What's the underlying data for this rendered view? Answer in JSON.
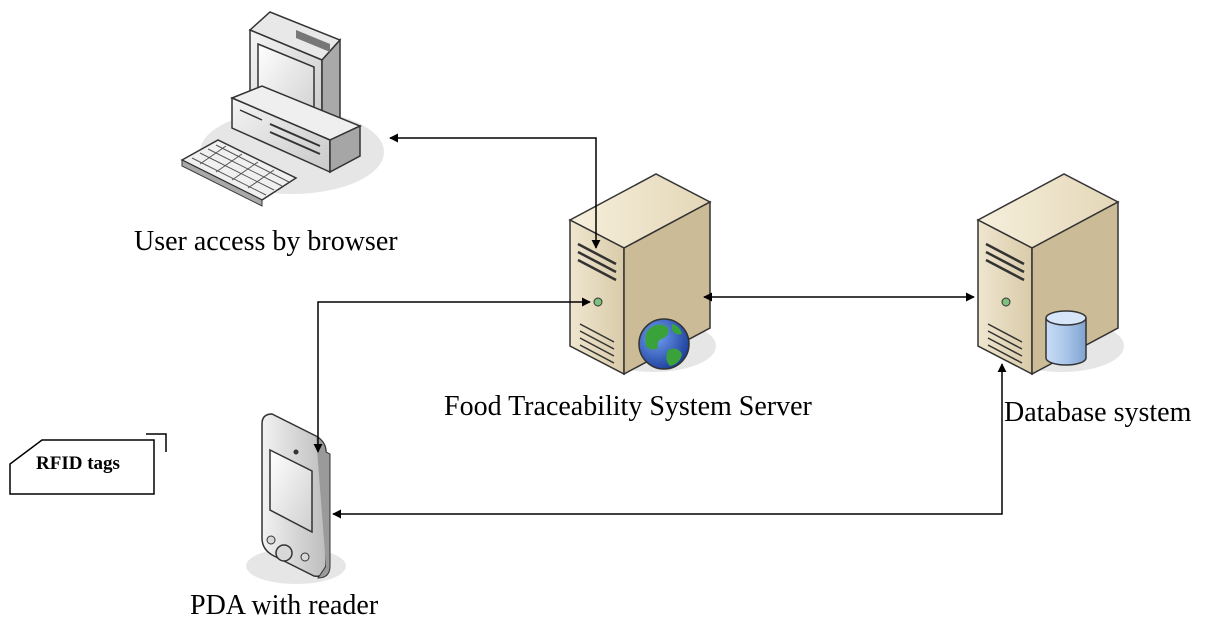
{
  "nodes": {
    "client": {
      "label": "User access by browser",
      "icon": "desktop-computer-icon"
    },
    "app_server": {
      "label": "Food Traceability System Server",
      "icon": "web-server-icon"
    },
    "db_server": {
      "label": "Database system",
      "icon": "database-server-icon"
    },
    "pda": {
      "label": "PDA with reader",
      "icon": "pda-icon"
    },
    "rfid": {
      "label": "RFID tags",
      "icon": "rfid-tag-icon"
    }
  },
  "connections": [
    {
      "from": "client",
      "to": "app_server",
      "direction": "both"
    },
    {
      "from": "pda",
      "to": "app_server",
      "direction": "both"
    },
    {
      "from": "app_server",
      "to": "db_server",
      "direction": "both"
    },
    {
      "from": "pda",
      "to": "db_server",
      "direction": "both"
    }
  ],
  "colors": {
    "line": "#000000",
    "case_light": "#f2ead6",
    "case_mid": "#ddd0b2",
    "case_dark": "#b8a684",
    "shadow": "#e2e2e2",
    "globe_ocean": "#2a5bc7",
    "globe_land": "#3aa23a",
    "cylinder": "#a9c6ea"
  }
}
